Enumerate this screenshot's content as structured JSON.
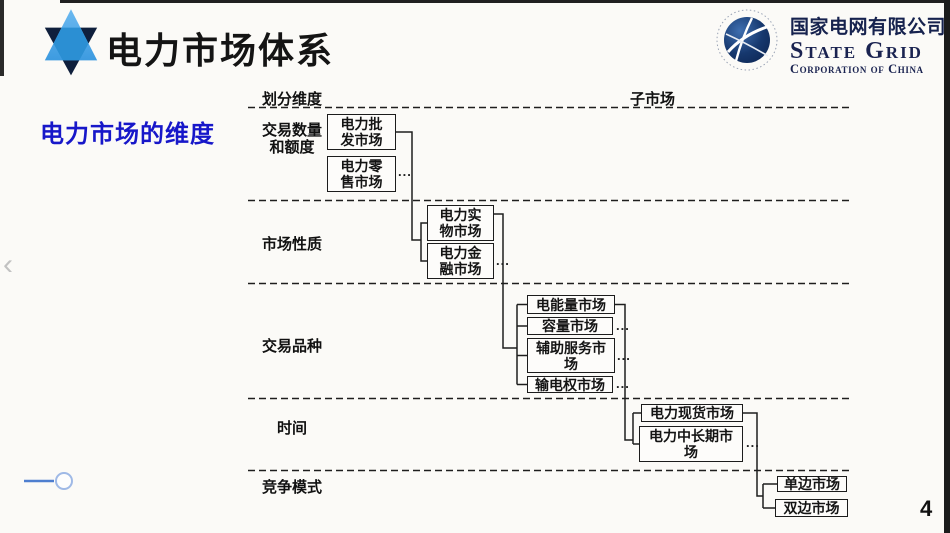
{
  "header": {
    "title": "电力市场体系",
    "logo": {
      "company_cn": "国家电网有限公司",
      "company_en": "State Grid",
      "company_en_sub": "Corporation of China"
    }
  },
  "icons": {
    "back_chevron": "‹"
  },
  "slide": {
    "subtitle": "电力市场的维度",
    "page_number": "4"
  },
  "diagram": {
    "header_left": "划分维度",
    "header_right": "子市场",
    "sections": [
      {
        "label": "交易数量\n和额度",
        "boxes": [
          {
            "label": "电力批\n发市场"
          },
          {
            "label": "电力零\n售市场",
            "more": "..."
          }
        ]
      },
      {
        "label": "市场性质",
        "boxes": [
          {
            "label": "电力实\n物市场"
          },
          {
            "label": "电力金\n融市场",
            "more": "..."
          }
        ]
      },
      {
        "label": "交易品种",
        "boxes": [
          {
            "label": "电能量市场"
          },
          {
            "label": "容量市场",
            "more": "..."
          },
          {
            "label": "辅助服务市\n场",
            "more": "..."
          },
          {
            "label": "输电权市场",
            "more": "..."
          }
        ]
      },
      {
        "label": "时间",
        "boxes": [
          {
            "label": "电力现货市场"
          },
          {
            "label": "电力中长期市\n场",
            "more": "..."
          }
        ]
      },
      {
        "label": "竞争模式",
        "boxes": [
          {
            "label": "单边市场"
          },
          {
            "label": "双边市场"
          }
        ]
      }
    ]
  }
}
